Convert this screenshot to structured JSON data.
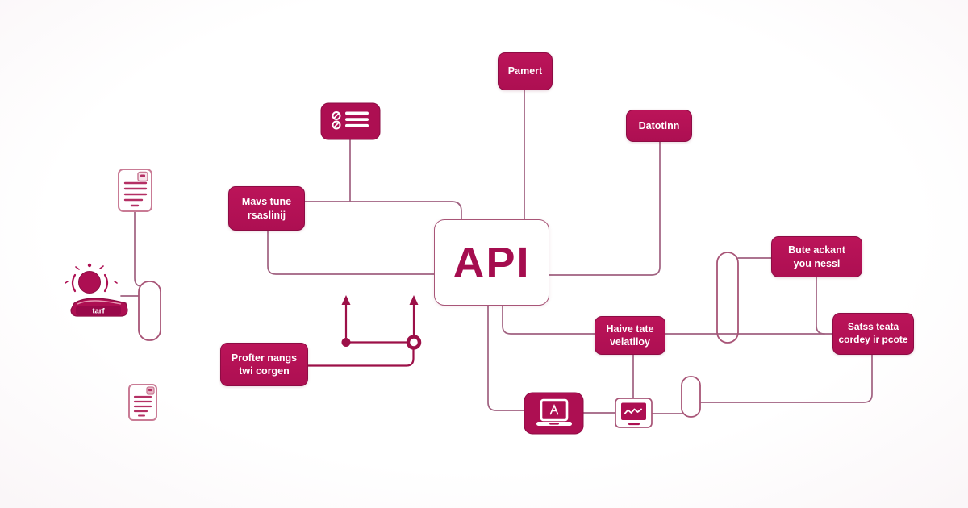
{
  "colors": {
    "box-fill": "#ad0f52",
    "box-fill-light": "#bb1459",
    "box-edge": "#8d0c44",
    "box-text": "#ffffff",
    "api-text": "#a50d4f",
    "line": "#a06180",
    "outline": "#a85577",
    "icon-stroke": "#c97b95",
    "icon-line": "#b43064",
    "arrow": "#9c1048",
    "background": "#ffffff"
  },
  "api": {
    "label": "API"
  },
  "nodes": {
    "payment": {
      "label": "Pamert"
    },
    "detection": {
      "label": "Datotinn"
    },
    "maps": {
      "line1": "Mavs tune",
      "line2": "rsaslinij"
    },
    "bute": {
      "line1": "Bute ackant",
      "line2": "you nessl"
    },
    "haive": {
      "line1": "Haive tate",
      "line2": "velatiloy"
    },
    "satss": {
      "line1": "Satss teata",
      "line2": "cordey ir pcote"
    },
    "profter": {
      "line1": "Profter nangs",
      "line2": "twi corgen"
    },
    "user": {
      "label": "tarf"
    }
  },
  "icons": [
    "checklist-icon",
    "document-icon",
    "document-icon-small",
    "person-icon",
    "laptop-icon",
    "chart-monitor-icon",
    "pill-shape",
    "up-arrows"
  ]
}
